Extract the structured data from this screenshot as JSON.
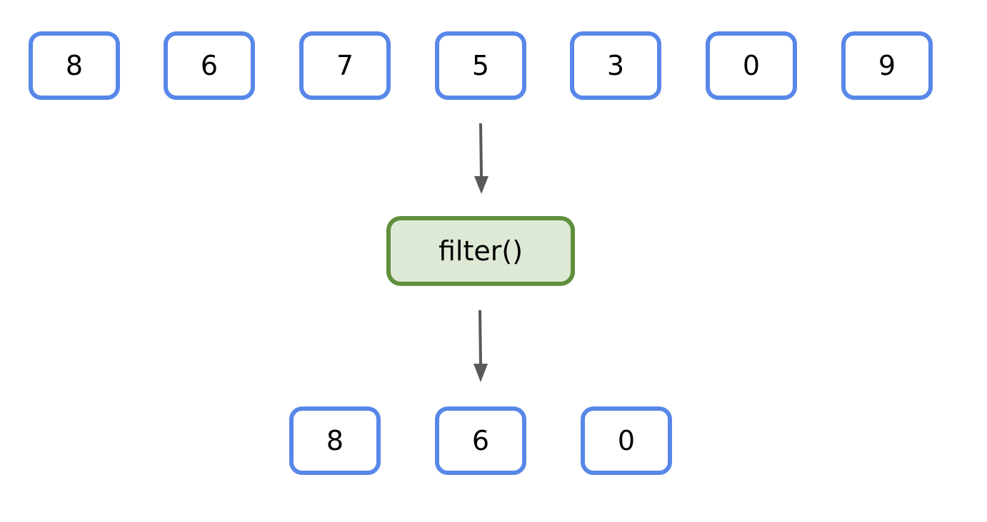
{
  "input_values": [
    "8",
    "6",
    "7",
    "5",
    "3",
    "0",
    "9"
  ],
  "function_label": "filter()",
  "output_values": [
    "8",
    "6",
    "0"
  ],
  "colors": {
    "item_border": "#5787e8",
    "function_border": "#5f8f3b",
    "function_fill": "#dde9d5",
    "arrow": "#595959"
  }
}
